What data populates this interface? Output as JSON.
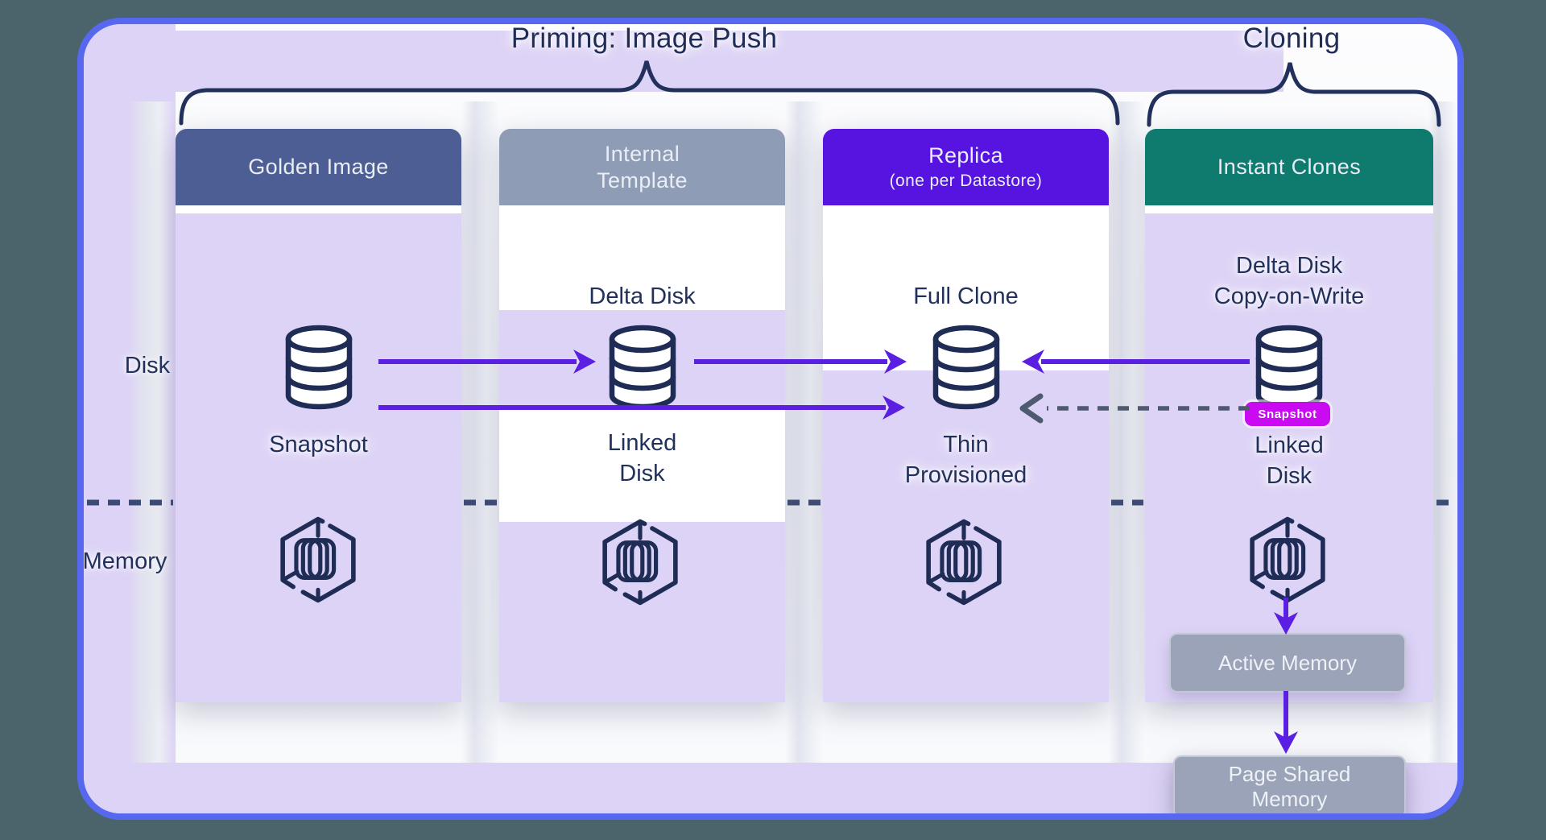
{
  "titles": {
    "priming": "Priming: Image Push",
    "cloning": "Cloning"
  },
  "row_labels": {
    "disk": "Disk",
    "memory": "Memory"
  },
  "columns": [
    {
      "id": "golden-image",
      "header": "Golden Image",
      "header_color": "#4d5e94",
      "below_label": "Snapshot"
    },
    {
      "id": "internal-template",
      "header": "Internal\nTemplate",
      "header_color": "#8f9cb5",
      "above_label": "Delta Disk",
      "below_label": "Linked\nDisk"
    },
    {
      "id": "replica",
      "header": "Replica",
      "header_sub": "(one per Datastore)",
      "header_color": "#5713e0",
      "above_label": "Full Clone",
      "below_label": "Thin\nProvisioned"
    },
    {
      "id": "instant-clones",
      "header": "Instant Clones",
      "header_color": "#0f7a6e",
      "above_label": "Delta Disk\nCopy-on-Write",
      "badge": "Snapshot",
      "below_label": "Linked\nDisk",
      "memory_flow": {
        "active": "Active Memory",
        "page_shared": "Page Shared\nMemory"
      }
    }
  ],
  "arrows": [
    {
      "from": "golden-image-disk",
      "to": "internal-template-disk",
      "style": "solid-purple"
    },
    {
      "from": "internal-template-disk",
      "to": "replica-disk",
      "style": "solid-purple"
    },
    {
      "from": "golden-image-disk",
      "to": "replica-disk",
      "style": "solid-purple"
    },
    {
      "from": "instant-clones-disk",
      "to": "replica-disk",
      "style": "solid-purple"
    },
    {
      "from": "instant-clones-disk",
      "to": "replica-disk",
      "style": "dashed-gray"
    },
    {
      "from": "instant-clones-memory",
      "to": "active-memory",
      "style": "solid-purple"
    },
    {
      "from": "active-memory",
      "to": "page-shared-memory",
      "style": "solid-purple"
    }
  ],
  "icons": {
    "disk": "database-cylinder-icon",
    "memory": "hex-memory-module-icon"
  },
  "colors": {
    "outer_background": "#4b646c",
    "frame_border": "#5767ef",
    "lavender": "#ddd3f6",
    "navy_text": "#22305c",
    "arrow_purple": "#5a1fe0",
    "arrow_dashed_gray": "#4e5a70",
    "divider_dash": "#3b4a74",
    "badge_magenta": "#ca0bf2",
    "memory_box_gray": "#9aa3b8"
  }
}
